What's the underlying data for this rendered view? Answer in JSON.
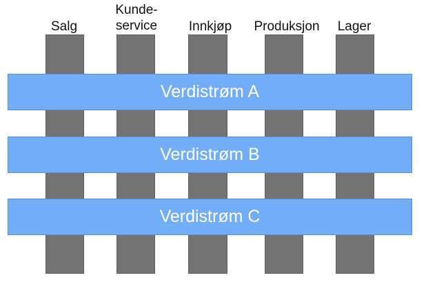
{
  "departments": [
    {
      "label": "Salg"
    },
    {
      "label": "Kunde-\nservice"
    },
    {
      "label": "Innkjøp"
    },
    {
      "label": "Produksjon"
    },
    {
      "label": "Lager"
    }
  ],
  "value_streams": [
    {
      "label": "Verdistrøm A"
    },
    {
      "label": "Verdistrøm B"
    },
    {
      "label": "Verdistrøm C"
    }
  ],
  "colors": {
    "column_fill": "#737373",
    "stream_fill": "#74adf7",
    "stream_text": "#ffffff"
  }
}
